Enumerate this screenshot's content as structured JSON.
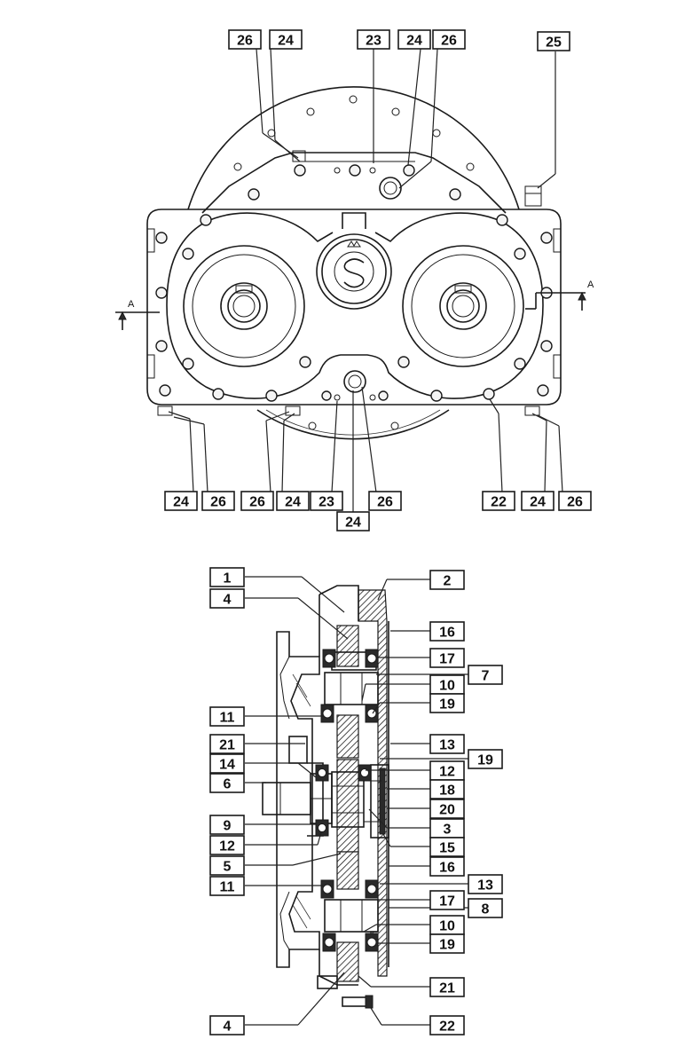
{
  "top_view": {
    "callouts": [
      "26",
      "24",
      "23",
      "24",
      "26",
      "25",
      "24",
      "26",
      "26",
      "24",
      "23",
      "24",
      "26",
      "22",
      "24",
      "26"
    ],
    "section_marks": [
      "A",
      "A"
    ]
  },
  "section_view": {
    "callouts": [
      "1",
      "4",
      "2",
      "16",
      "17",
      "7",
      "10",
      "11",
      "19",
      "21",
      "13",
      "19",
      "14",
      "12",
      "6",
      "18",
      "20",
      "9",
      "3",
      "12",
      "15",
      "5",
      "16",
      "11",
      "13",
      "17",
      "8",
      "10",
      "19",
      "21",
      "4",
      "22"
    ]
  }
}
